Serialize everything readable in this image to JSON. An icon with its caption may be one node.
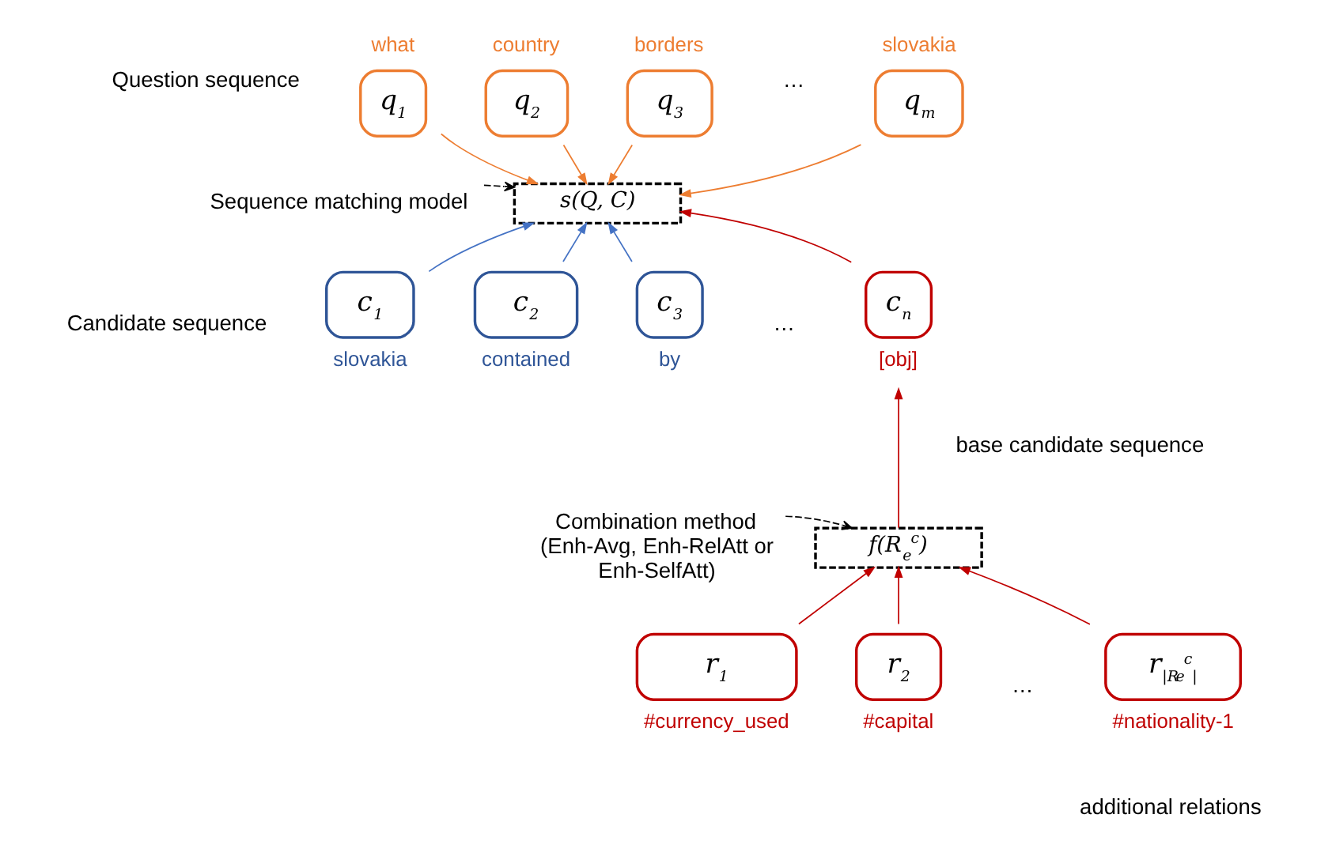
{
  "diagram": {
    "nodes": [
      {
        "text": [
          "q$_{1}$"
        ],
        "beside": [
          "what"
        ]
      },
      {
        "text": [
          "q$_{2}$"
        ],
        "beside": [
          "country"
        ]
      },
      {
        "text": [
          "q$_{3}$"
        ],
        "beside": [
          "borders"
        ]
      },
      {
        "text": [
          "q$_{m}$"
        ],
        "beside": [
          "slovakia"
        ]
      },
      {
        "text": [
          "Sequence matching model"
        ]
      },
      {
        "text": [
          "s(Q, C)"
        ]
      },
      {
        "text": [
          "c$_{1}$"
        ],
        "beside": [
          "slovakia"
        ]
      },
      {
        "text": [
          "c$_{2}$"
        ],
        "beside": [
          "contained"
        ]
      },
      {
        "text": [
          "c$_{3}$"
        ],
        "beside": [
          "by"
        ]
      },
      {
        "text": [
          "c$_{n}$"
        ],
        "beside": [
          "[obj]"
        ]
      },
      {
        "text": [
          "Combination method (Enh-Avg, Enh-RelAtt or Enh-SelfAtt)"
        ]
      },
      {
        "text": [
          "f(R$_{e}$$^{c}$)"
        ]
      },
      {
        "text": [
          "r$_{1}$"
        ],
        "beside": [
          "#currency_used"
        ]
      },
      {
        "text": [
          "r$_{2}$"
        ],
        "beside": [
          "#capital"
        ]
      },
      {
        "text": [
          "r$_{|R}$$_{e}$$^{c}$$_{|}$"
        ],
        "beside": [
          "#nationality-1"
        ]
      }
    ],
    "edges": [
      {
        "from": 0,
        "to": 5,
        "arrow": "to",
        "color": "#ed7d31"
      },
      {
        "from": 1,
        "to": 5,
        "arrow": "to",
        "color": "#ed7d31"
      },
      {
        "from": 2,
        "to": 5,
        "arrow": "to",
        "color": "#ed7d31"
      },
      {
        "from": 3,
        "to": 5,
        "arrow": "to",
        "color": "#ed7d31"
      },
      {
        "from": 4,
        "to": 5,
        "arrow": "to",
        "style": "dashed",
        "color": "#000000"
      },
      {
        "from": 6,
        "to": 5,
        "arrow": "to",
        "color": "#4472c4"
      },
      {
        "from": 7,
        "to": 5,
        "arrow": "to",
        "color": "#4472c4"
      },
      {
        "from": 8,
        "to": 5,
        "arrow": "to",
        "color": "#4472c4"
      },
      {
        "from": 9,
        "to": 5,
        "arrow": "to"
      },
      {
        "from": 11,
        "to": 9,
        "arrow": "to"
      },
      {
        "from": 10,
        "to": 11,
        "arrow": "to",
        "style": "dashed",
        "color": "#000000"
      },
      {
        "from": 12,
        "to": 11,
        "arrow": "to"
      },
      {
        "from": 13,
        "to": 11,
        "arrow": "to"
      },
      {
        "from": 14,
        "to": 11,
        "arrow": "to"
      }
    ],
    "labels": [
      "Question sequence",
      "…",
      "Candidate sequence",
      "…",
      "base candidate sequence",
      "…",
      "additional relations"
    ]
  }
}
